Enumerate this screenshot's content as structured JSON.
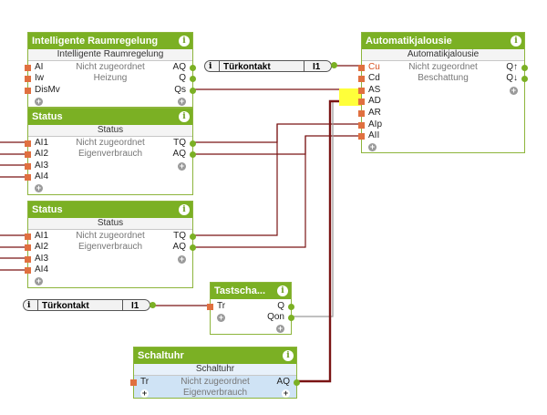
{
  "colors": {
    "header": "#7bb024",
    "wire": "#7a1414",
    "wire_gray": "#9a9a9a",
    "pin_in": "#e07040",
    "pin_out": "#7bb024",
    "highlight": "#ffff3a",
    "selected_bg": "#cfe3f5"
  },
  "icons": {
    "info": "info-icon",
    "add": "plus-icon"
  },
  "raumregelung": {
    "title": "Intelligente Raumregelung",
    "info": "i",
    "subtitle": "Intelligente Raumregelung",
    "rows": [
      {
        "in": "AI",
        "mid": "Nicht zugeordnet",
        "out": "AQ"
      },
      {
        "in": "Iw",
        "mid": "Heizung",
        "out": "Q"
      },
      {
        "in": "DisMv",
        "mid": "",
        "out": "Qs"
      }
    ]
  },
  "status1": {
    "title": "Status",
    "info": "i",
    "subtitle": "Status",
    "rows": [
      {
        "in": "AI1",
        "mid": "Nicht zugeordnet",
        "out": "TQ"
      },
      {
        "in": "AI2",
        "mid": "Eigenverbrauch",
        "out": "AQ"
      },
      {
        "in": "AI3",
        "mid": "",
        "out": ""
      },
      {
        "in": "AI4",
        "mid": "",
        "out": ""
      }
    ]
  },
  "status2": {
    "title": "Status",
    "info": "i",
    "subtitle": "Status",
    "rows": [
      {
        "in": "AI1",
        "mid": "Nicht zugeordnet",
        "out": "TQ"
      },
      {
        "in": "AI2",
        "mid": "Eigenverbrauch",
        "out": "AQ"
      },
      {
        "in": "AI3",
        "mid": "",
        "out": ""
      },
      {
        "in": "AI4",
        "mid": "",
        "out": ""
      }
    ]
  },
  "jalousie": {
    "title": "Automatikjalousie",
    "info": "i",
    "subtitle": "Automatikjalousie",
    "rows": [
      {
        "in": "Cu",
        "mid": "Nicht zugeordnet",
        "out": "Q↑"
      },
      {
        "in": "Cd",
        "mid": "Beschattung",
        "out": "Q↓"
      },
      {
        "in": "AS",
        "mid": "",
        "out": ""
      },
      {
        "in": "AD",
        "mid": "",
        "out": ""
      },
      {
        "in": "AR",
        "mid": "",
        "out": ""
      },
      {
        "in": "AIp",
        "mid": "",
        "out": ""
      },
      {
        "in": "AII",
        "mid": "",
        "out": ""
      }
    ]
  },
  "tast": {
    "title": "Tastscha...",
    "info": "i",
    "rows": [
      {
        "in": "Tr",
        "mid": "",
        "out": "Q"
      },
      {
        "in": "",
        "mid": "",
        "out": "Qon"
      }
    ]
  },
  "schaltuhr": {
    "title": "Schaltuhr",
    "info": "i",
    "subtitle": "Schaltuhr",
    "rows": [
      {
        "in": "Tr",
        "mid": "Nicht zugeordnet",
        "out": "AQ"
      },
      {
        "in": "",
        "mid": "Eigenverbrauch",
        "out": ""
      }
    ]
  },
  "tuer1": {
    "info": "i",
    "name": "Türkontakt",
    "value": "I1"
  },
  "tuer2": {
    "info": "i",
    "name": "Türkontakt",
    "value": "I1"
  }
}
